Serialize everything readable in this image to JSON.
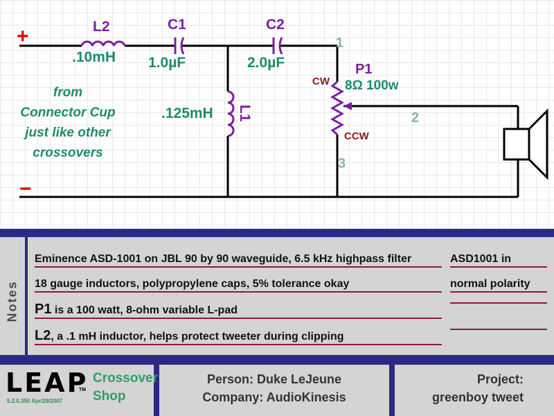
{
  "schematic": {
    "plus": "+",
    "minus": "−",
    "source_note": [
      "from",
      "Connector Cup",
      "just like other",
      "crossovers"
    ],
    "l2": {
      "ref": "L2",
      "value": ".10mH"
    },
    "c1": {
      "ref": "C1",
      "value": "1.0µF"
    },
    "c2": {
      "ref": "C2",
      "value": "2.0µF"
    },
    "l1": {
      "ref": "L1",
      "value": ".125mH"
    },
    "p1": {
      "ref": "P1",
      "value": "8Ω 100w",
      "cw": "CW",
      "ccw": "CCW"
    },
    "pins": {
      "p1": "1",
      "p2": "2",
      "p3": "3"
    }
  },
  "notes": {
    "tab_label": "Notes",
    "lines": [
      {
        "prefix": "",
        "text": "Eminence ASD-1001 on JBL 90 by 90 waveguide, 6.5 kHz highpass filter"
      },
      {
        "prefix": "",
        "text": "18 gauge inductors, polypropylene caps, 5% tolerance okay"
      },
      {
        "prefix": "P1",
        "text": " is a 100 watt, 8-ohm variable L-pad"
      },
      {
        "prefix": "L2",
        "text": ", a .1 mH inductor, helps protect tweeter during clipping"
      }
    ],
    "side": [
      "ASD1001 in",
      "normal polarity",
      "",
      ""
    ]
  },
  "footer": {
    "logo": "LEAP",
    "tm": "TM",
    "version": "5.2.0.350   Apr/29/2007",
    "product": [
      "Crossover",
      "Shop"
    ],
    "person": "Person: Duke LeJeune",
    "company": "Company: AudioKinesis",
    "project_label": "Project:",
    "project_name": "greenboy tweet"
  },
  "colors": {
    "grid": "#d3d3d3",
    "wire": "#000000",
    "ref_label": "#7b1fa2",
    "value_label": "#1e8b6e",
    "cw_label": "#8b1a1a",
    "pin_label": "#8ab0b0",
    "polarity": "#e00000",
    "panel": "#2b2a83",
    "panel_box": "#d4d4d4",
    "note_rule": "#8a1b3a"
  }
}
